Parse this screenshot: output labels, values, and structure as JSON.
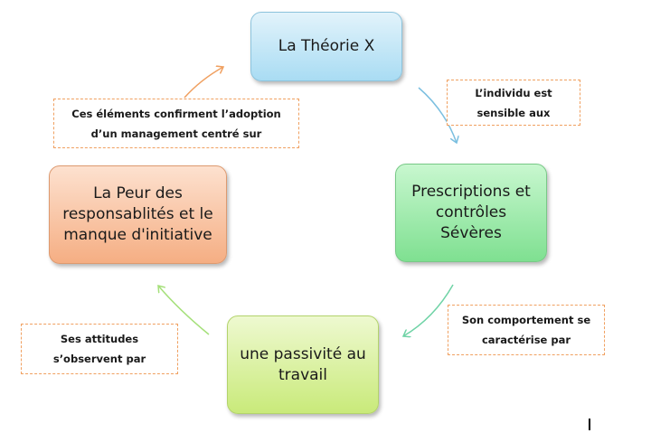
{
  "nodes": {
    "theory": "La Théorie X",
    "prescriptions": [
      "Prescriptions et",
      "contrôles",
      "Sévères"
    ],
    "passivite": [
      "une passivité au",
      "travail"
    ],
    "peur": [
      "La Peur des",
      "responsablités et le",
      "manque d'initiative"
    ]
  },
  "connectors": {
    "top_right": [
      "L’individu est",
      "sensible aux"
    ],
    "bottom_right": [
      "Son comportement se",
      "caractérise par"
    ],
    "bottom_left": [
      "Ses attitudes",
      "s’observent par"
    ],
    "top_left": [
      "Ces éléments confirment l’adoption",
      "d’un management centré sur"
    ]
  },
  "colors": {
    "theory": "#a9dcf3",
    "prescriptions": "#7fe091",
    "passivite": "#c9ea7a",
    "peur": "#f5ae83",
    "note_border": "#f0a060"
  }
}
